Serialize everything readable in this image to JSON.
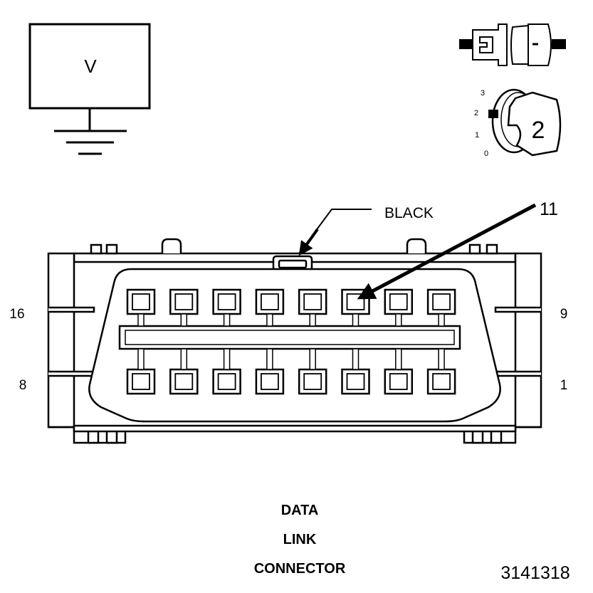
{
  "meter": {
    "symbol": "V",
    "icon": "voltmeter-to-ground-icon"
  },
  "indicators": {
    "connector_state_icon": "connector-connected-icon",
    "ignition_icon": "ignition-key-switch-icon",
    "ignition_positions": [
      "3",
      "2",
      "1",
      "0"
    ],
    "ignition_selected": "2"
  },
  "connector": {
    "wire_color_label": "BLACK",
    "pin_callout": "11",
    "pin_number_top_left": "16",
    "pin_number_top_right": "9",
    "pin_number_bottom_left": "8",
    "pin_number_bottom_right": "1",
    "title_lines": [
      "DATA",
      "LINK",
      "CONNECTOR"
    ]
  },
  "figure_number": "3141318"
}
